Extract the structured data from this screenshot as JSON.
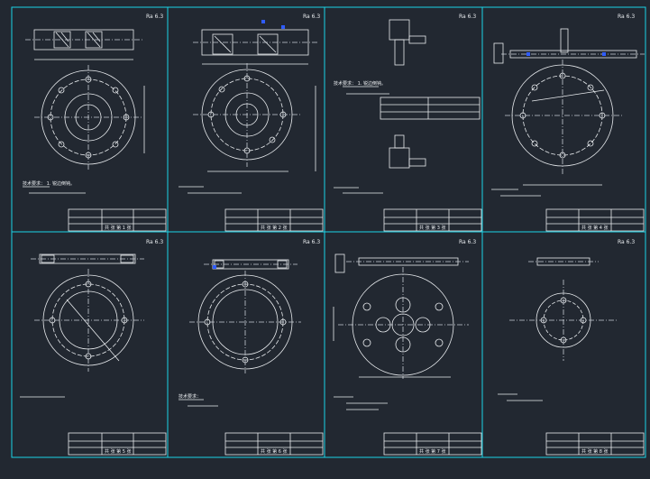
{
  "colors": {
    "background": "#222831",
    "frame": "#19d3e6",
    "lines": "#e9ecef",
    "centerline": "#c9ced6",
    "accent": "#2f5cff"
  },
  "sheet_labels": [
    {
      "title_block": "共 张  第 1 张"
    },
    {
      "title_block": "共 张  第 2 张"
    },
    {
      "title_block": "共 张  第 3 张"
    },
    {
      "title_block": "共 张  第 4 张"
    },
    {
      "title_block": "共 张  第 5 张"
    },
    {
      "title_block": "共 张  第 6 张"
    },
    {
      "title_block": "共 张  第 7 张"
    },
    {
      "title_block": "共 张  第 8 张"
    }
  ],
  "notes": {
    "sheet1": "技术要求： 1. 锐边倒钝。",
    "sheet3": "技术要求： 1. 锐边倒钝。",
    "sheet5": "技术要求："
  },
  "roughness_mark": "Ra 6.3"
}
